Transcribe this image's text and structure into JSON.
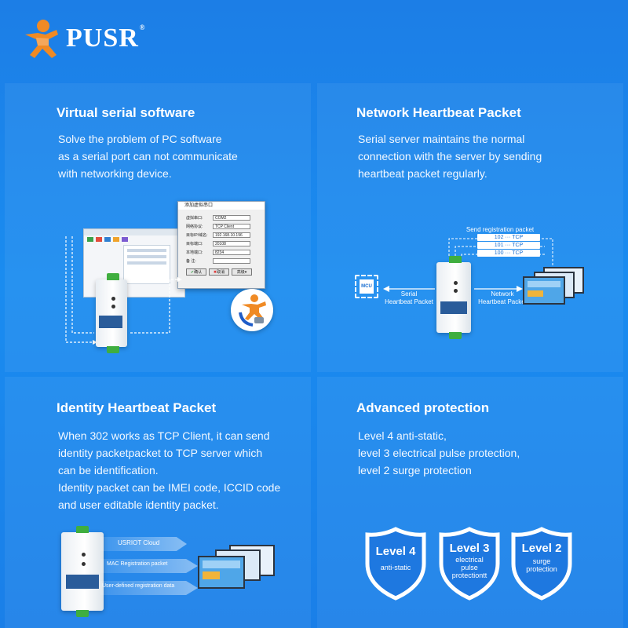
{
  "brand": {
    "name": "PUSR",
    "reg": "®"
  },
  "panels": {
    "virtual": {
      "title": "Virtual serial software",
      "lines": [
        "Solve the problem of PC software",
        "as a serial port can not communicate",
        "with networking device."
      ],
      "dialog": {
        "title": "添加虚拟串口",
        "rows": [
          {
            "label": "虚拟串口:",
            "value": "COM2"
          },
          {
            "label": "网络协议:",
            "value": "TCP Client"
          },
          {
            "label": "目标IP/域名:",
            "value": "192.168.10.196"
          },
          {
            "label": "目标端口:",
            "value": "20108"
          },
          {
            "label": "本地端口:",
            "value": "8234"
          },
          {
            "label": "备 注:",
            "value": ""
          }
        ],
        "ok": "确认",
        "cancel": "取消",
        "advanced": "高级"
      }
    },
    "network": {
      "title": "Network Heartbeat Packet",
      "lines": [
        "Serial server maintains the normal",
        "connection with the server by sending",
        "heartbeat packet regularly."
      ],
      "send_registration": "Send registration packet",
      "tcp_rows": [
        "102 ··· TCP",
        "101 ··· TCP",
        "100 ··· TCP"
      ],
      "mcu": "MCU",
      "serial_hb": [
        "Serial",
        "Heartbeat Packet"
      ],
      "network_hb": [
        "Network",
        "Heartbeat Packet"
      ]
    },
    "identity": {
      "title": "Identity Heartbeat Packet",
      "lines": [
        "When 302 works as TCP Client, it can send",
        "identity packetpacket to TCP server which",
        "can be identification.",
        "Identity packet can be IMEI code, ICCID code",
        "and user editable identity packet."
      ],
      "arrows": [
        "USRIOT Cloud",
        "MAC Registration packet",
        "User-defined  registration data"
      ]
    },
    "protection": {
      "title": "Advanced protection",
      "lines": [
        "Level 4 anti-static,",
        "level 3 electrical pulse protection,",
        "level 2 surge protection"
      ],
      "shields": [
        {
          "level": "Level 4",
          "sub": [
            "anti-static"
          ]
        },
        {
          "level": "Level 3",
          "sub": [
            "electrical",
            "pulse",
            "protectiontt"
          ]
        },
        {
          "level": "Level 2",
          "sub": [
            "surge",
            "protection"
          ]
        }
      ]
    }
  },
  "colors": {
    "accent": "#1a86ee",
    "shield": "#1e78e0",
    "device_label": "#2a5c9a",
    "terminal": "#3fae3f"
  }
}
